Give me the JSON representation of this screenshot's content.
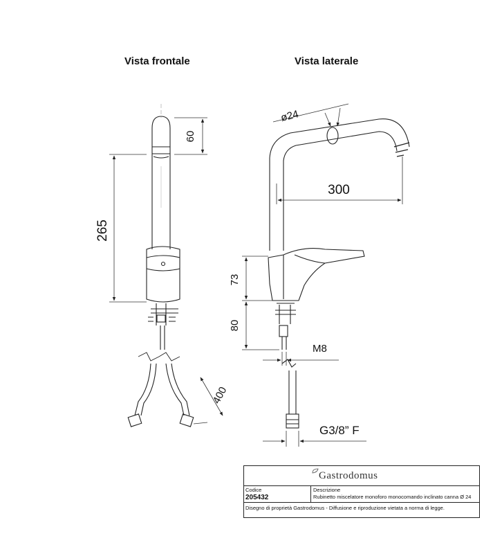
{
  "views": {
    "front_title": "Vista frontale",
    "side_title": "Vista laterale"
  },
  "dimensions": {
    "spout_top_height": "60",
    "front_height": "265",
    "hose_length": "400",
    "diameter": "ø24",
    "reach": "300",
    "body_height": "73",
    "shank_height": "80",
    "thread": "M8",
    "connection": "G3/8” F"
  },
  "title_block": {
    "logo_text": "Gastrodomus",
    "code_label": "Codice",
    "code_value": "205432",
    "description_label": "Descrizione",
    "description_value": "Rubinetto miscelatore monoforo monocomando inclinato canna Ø 24",
    "footer": "Disegno di proprietà Gastrodomus - Diffusione e riproduzione vietata a norma di legge."
  },
  "colors": {
    "line": "#222222",
    "dimension": "#333333",
    "background": "#ffffff"
  }
}
